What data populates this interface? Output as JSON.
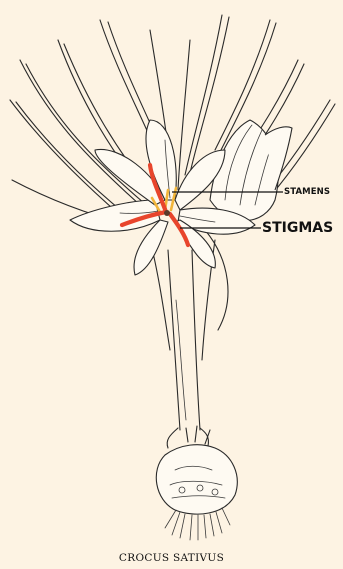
{
  "labels": {
    "stamens": "STAMENS",
    "stigmas": "STIGMAS"
  },
  "caption": "CROCUS SATIVUS",
  "colors": {
    "background": "#fdf3e3",
    "stigma": "#e8452c",
    "stamen": "#f2b53a",
    "ink": "#2a2a2a"
  }
}
